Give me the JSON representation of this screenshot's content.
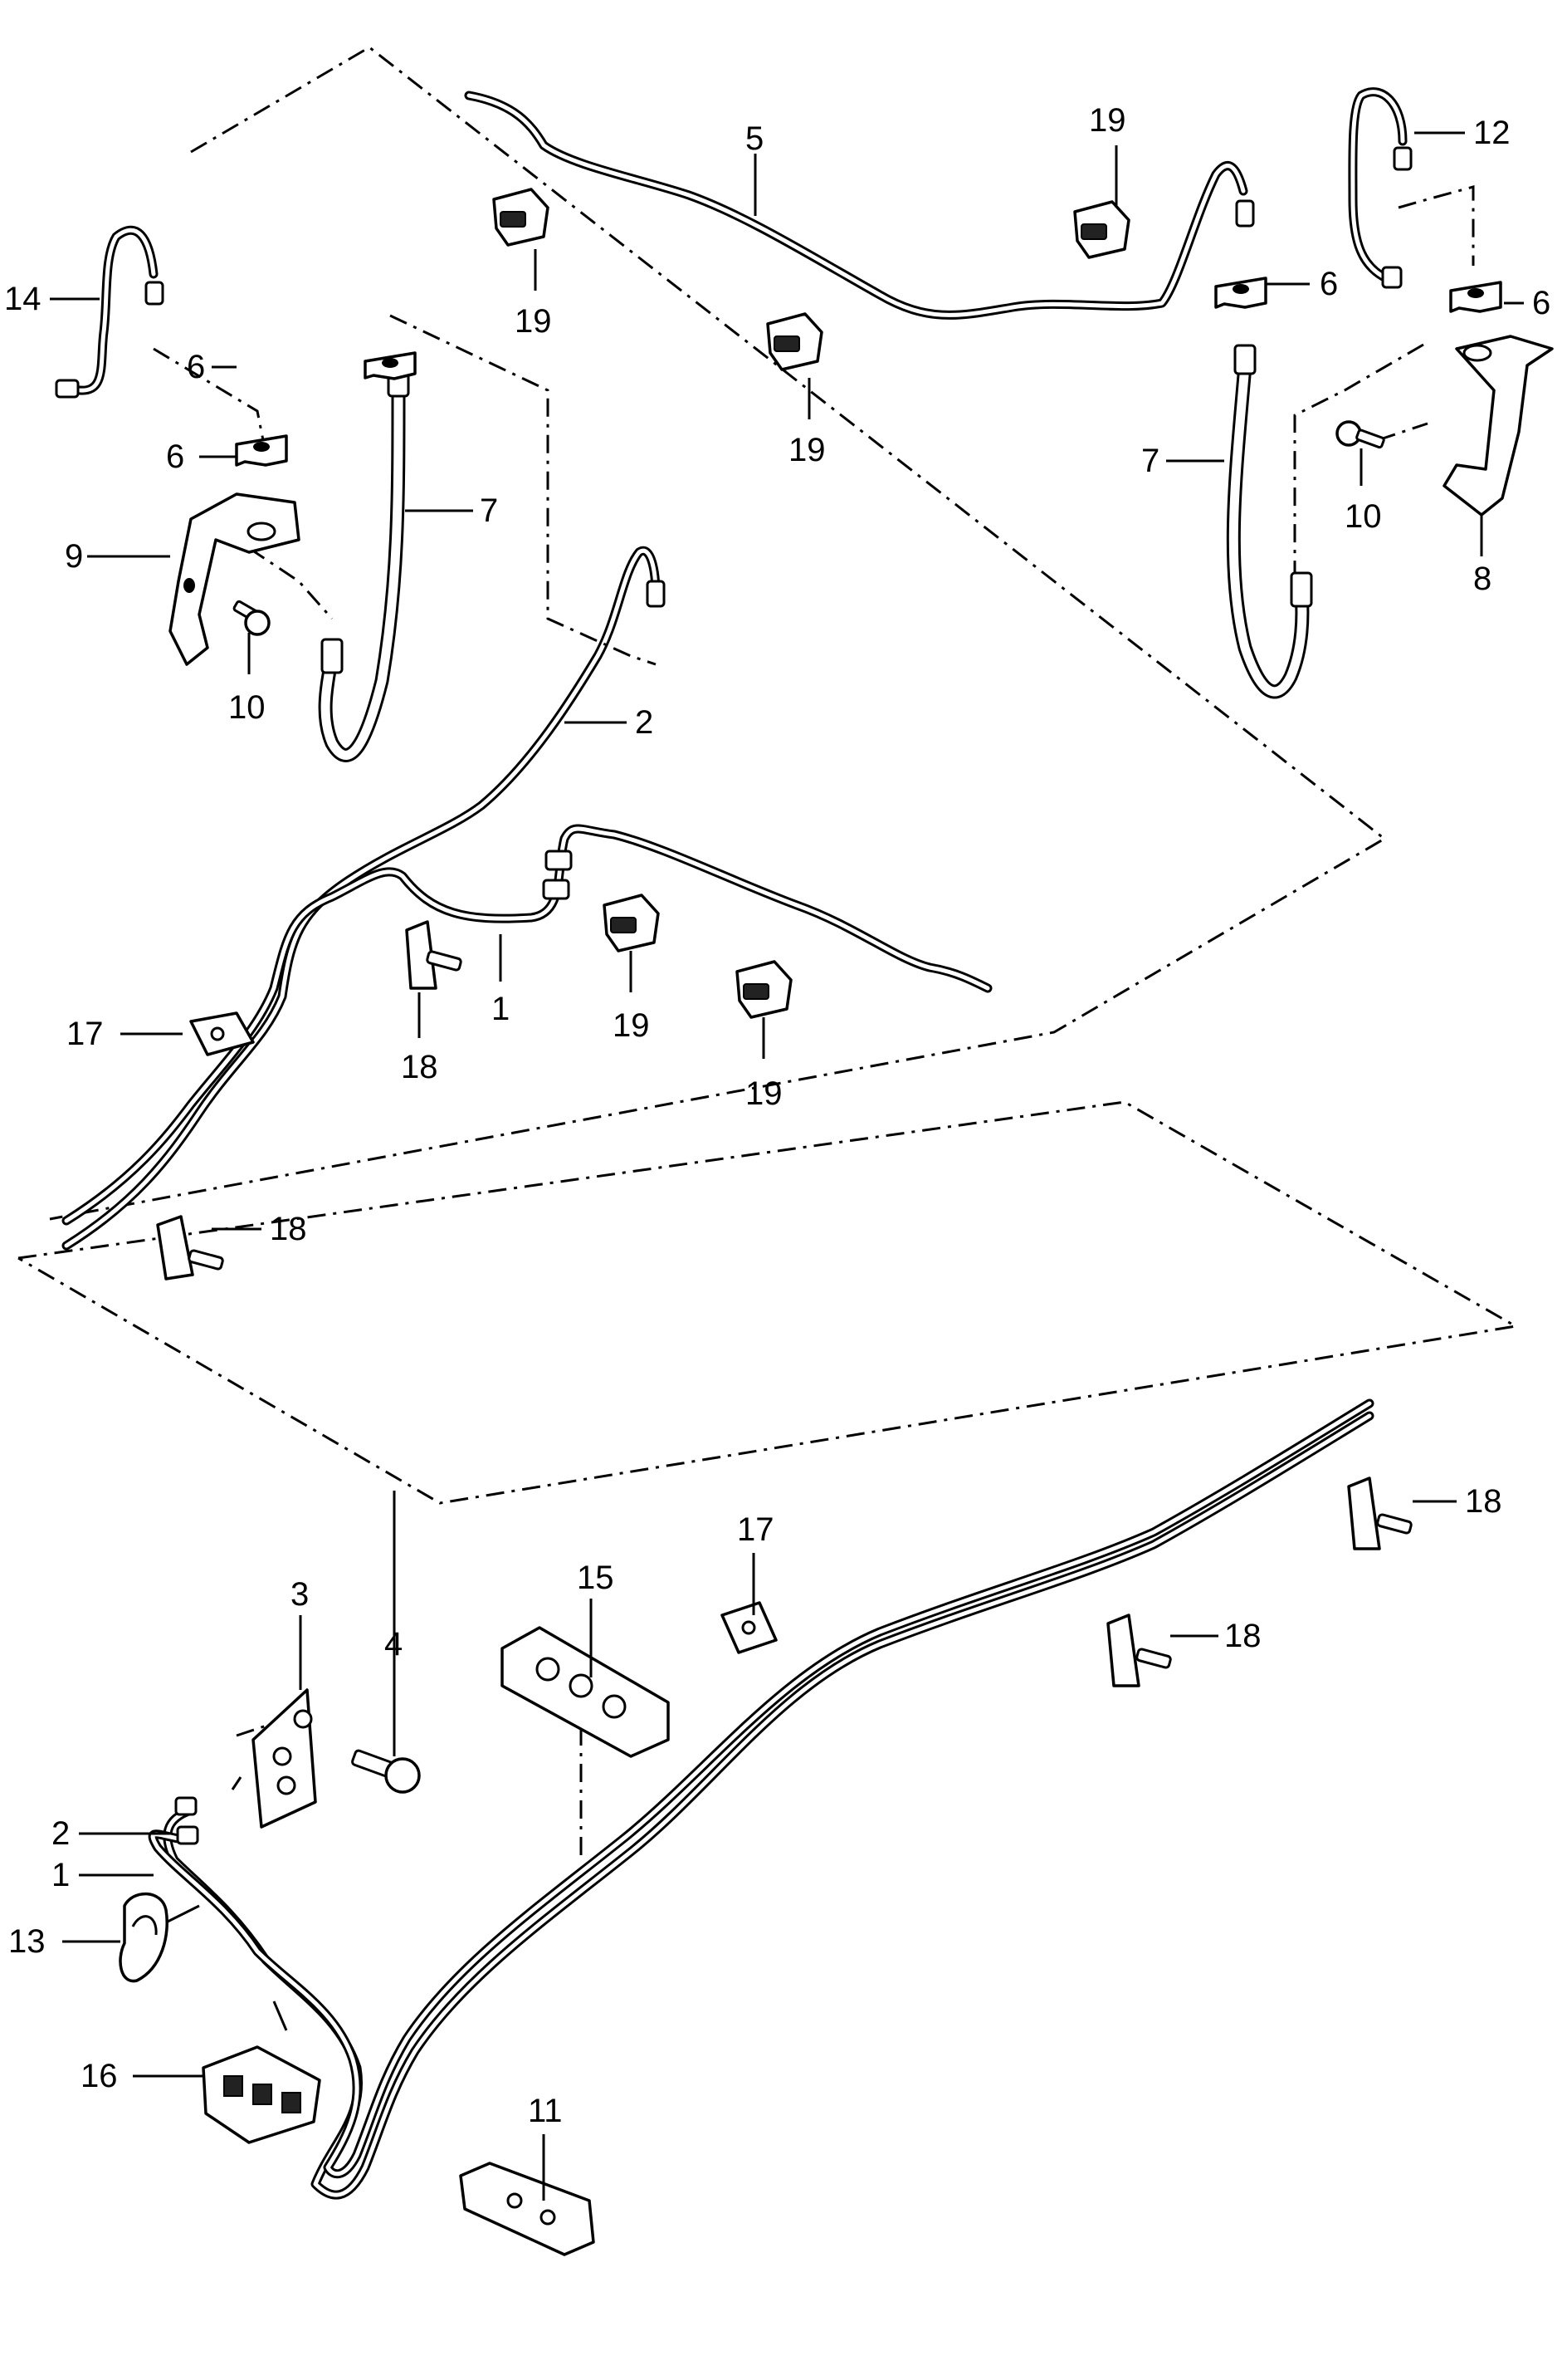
{
  "callouts": [
    {
      "id": "c1a",
      "label": "1"
    },
    {
      "id": "c1b",
      "label": "1"
    },
    {
      "id": "c2a",
      "label": "2"
    },
    {
      "id": "c2b",
      "label": "2"
    },
    {
      "id": "c3",
      "label": "3"
    },
    {
      "id": "c4",
      "label": "4"
    },
    {
      "id": "c5",
      "label": "5"
    },
    {
      "id": "c6a",
      "label": "6"
    },
    {
      "id": "c6b",
      "label": "6"
    },
    {
      "id": "c6c",
      "label": "6"
    },
    {
      "id": "c6d",
      "label": "6"
    },
    {
      "id": "c7a",
      "label": "7"
    },
    {
      "id": "c7b",
      "label": "7"
    },
    {
      "id": "c8",
      "label": "8"
    },
    {
      "id": "c9",
      "label": "9"
    },
    {
      "id": "c10a",
      "label": "10"
    },
    {
      "id": "c10b",
      "label": "10"
    },
    {
      "id": "c11",
      "label": "11"
    },
    {
      "id": "c12",
      "label": "12"
    },
    {
      "id": "c13",
      "label": "13"
    },
    {
      "id": "c14",
      "label": "14"
    },
    {
      "id": "c15",
      "label": "15"
    },
    {
      "id": "c16",
      "label": "16"
    },
    {
      "id": "c17a",
      "label": "17"
    },
    {
      "id": "c17b",
      "label": "17"
    },
    {
      "id": "c18a",
      "label": "18"
    },
    {
      "id": "c18b",
      "label": "18"
    },
    {
      "id": "c18c",
      "label": "18"
    },
    {
      "id": "c18d",
      "label": "18"
    },
    {
      "id": "c19a",
      "label": "19"
    },
    {
      "id": "c19b",
      "label": "19"
    },
    {
      "id": "c19c",
      "label": "19"
    },
    {
      "id": "c19d",
      "label": "19"
    },
    {
      "id": "c19e",
      "label": "19"
    }
  ]
}
